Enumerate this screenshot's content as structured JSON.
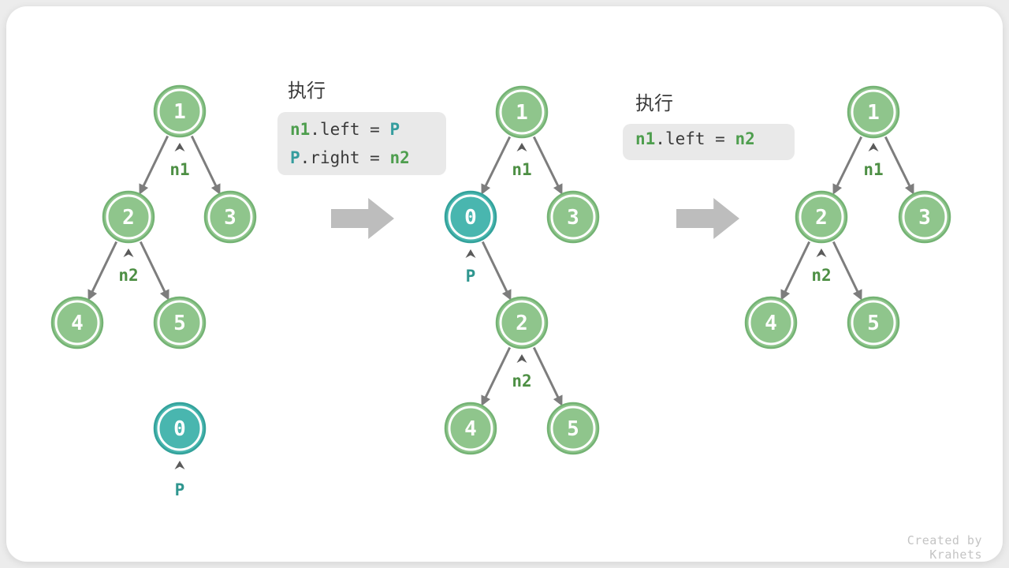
{
  "watermark": "Created by Krahets",
  "colors": {
    "node_green_fill": "#8FC58C",
    "node_green_border": "#74B374",
    "node_teal_fill": "#49B6AF",
    "node_teal_border": "#33A29B",
    "edge_gray": "#7d7d7d",
    "code_green": "#4e9e4e",
    "code_teal": "#359d9e",
    "code_background": "#e9e9e9",
    "big_arrow_gray": "#bdbdbd"
  },
  "panels": [
    {
      "title": "执行",
      "line1": {
        "a": "n1",
        "b": ".left = ",
        "c": "P"
      },
      "line2": {
        "a": "P",
        "b": ".right = ",
        "c": "n2"
      }
    },
    {
      "title": "执行",
      "line1": {
        "a": "n1",
        "b": ".left = ",
        "c": "n2"
      }
    }
  ],
  "trees": [
    {
      "nodes": [
        "1",
        "2",
        "3",
        "4",
        "5",
        "0"
      ],
      "labels": [
        "n1",
        "n2",
        "P"
      ]
    },
    {
      "nodes": [
        "1",
        "0",
        "3",
        "2",
        "4",
        "5"
      ],
      "labels": [
        "n1",
        "P",
        "n2"
      ]
    },
    {
      "nodes": [
        "1",
        "2",
        "3",
        "4",
        "5"
      ],
      "labels": [
        "n1",
        "n2"
      ]
    }
  ]
}
